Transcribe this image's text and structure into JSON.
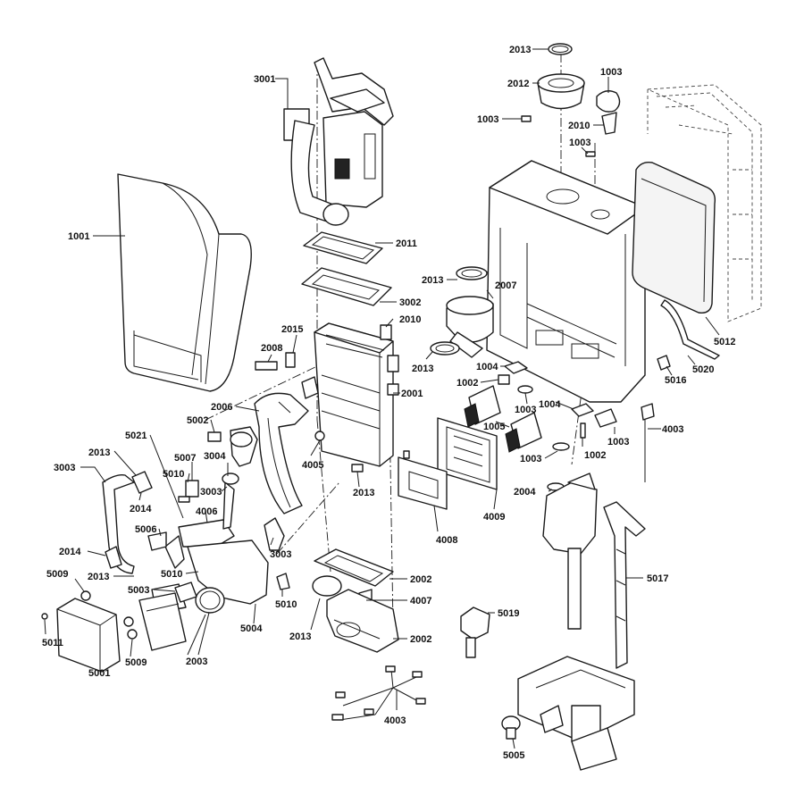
{
  "labels": {
    "p2013_top": "2013",
    "p1003_tr": "1003",
    "p2012": "2012",
    "p1003_a": "1003",
    "p2010_top": "2010",
    "p1003_b": "1003",
    "p3001": "3001",
    "p1001": "1001",
    "p2011": "2011",
    "p3002": "3002",
    "p2013_a": "2013",
    "p2007": "2007",
    "p2010_mid": "2010",
    "p2015": "2015",
    "p2008": "2008",
    "p2013_b": "2013",
    "p2001": "2001",
    "p5012": "5012",
    "p5020": "5020",
    "p5016": "5016",
    "p1004_a": "1004",
    "p1002_a": "1002",
    "p1003_c": "1003",
    "p1005": "1005",
    "p1004_b": "1004",
    "p4003_r": "4003",
    "p1003_d": "1003",
    "p1002_b": "1002",
    "p1003_e": "1003",
    "p2006": "2006",
    "p5002": "5002",
    "p5021": "5021",
    "p2013_c": "2013",
    "p3003_a": "3003",
    "p5007": "5007",
    "p3004": "3004",
    "p5010_a": "5010",
    "p4005": "4005",
    "p2013_d": "2013",
    "p3003_b": "3003",
    "p2014_a": "2014",
    "p4006": "4006",
    "p5006": "5006",
    "p2004": "2004",
    "p4009": "4009",
    "p4008": "4008",
    "p3003_c": "3003",
    "p2014_b": "2014",
    "p2013_e": "2013",
    "p5010_b": "5010",
    "p5017": "5017",
    "p2002_a": "2002",
    "p5009_a": "5009",
    "p5003": "5003",
    "p5010_c": "5010",
    "p4007": "4007",
    "p5019": "5019",
    "p5004": "5004",
    "p5011": "5011",
    "p2013_f": "2013",
    "p2002_b": "2002",
    "p5009_b": "5009",
    "p2003": "2003",
    "p5001": "5001",
    "p4003_b": "4003",
    "p5005": "5005"
  }
}
